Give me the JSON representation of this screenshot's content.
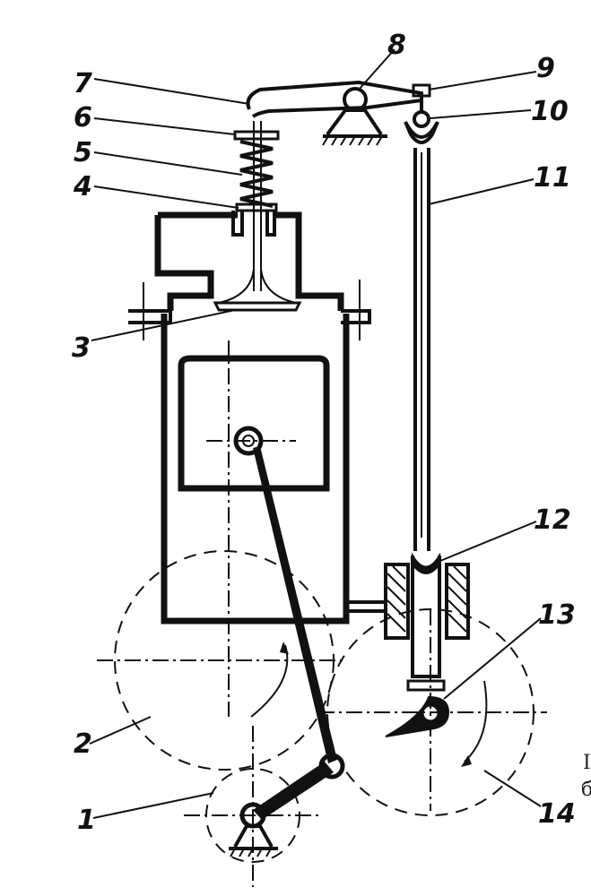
{
  "labels": {
    "l1": "1",
    "l2": "2",
    "l3": "3",
    "l4": "4",
    "l5": "5",
    "l6": "6",
    "l7": "7",
    "l8": "8",
    "l9": "9",
    "l10": "10",
    "l11": "11",
    "l12": "12",
    "l13": "13",
    "l14": "14"
  },
  "edge_text": {
    "a": "I",
    "b": "б"
  },
  "colors": {
    "ink": "#111111",
    "paper": "#ffffff"
  }
}
